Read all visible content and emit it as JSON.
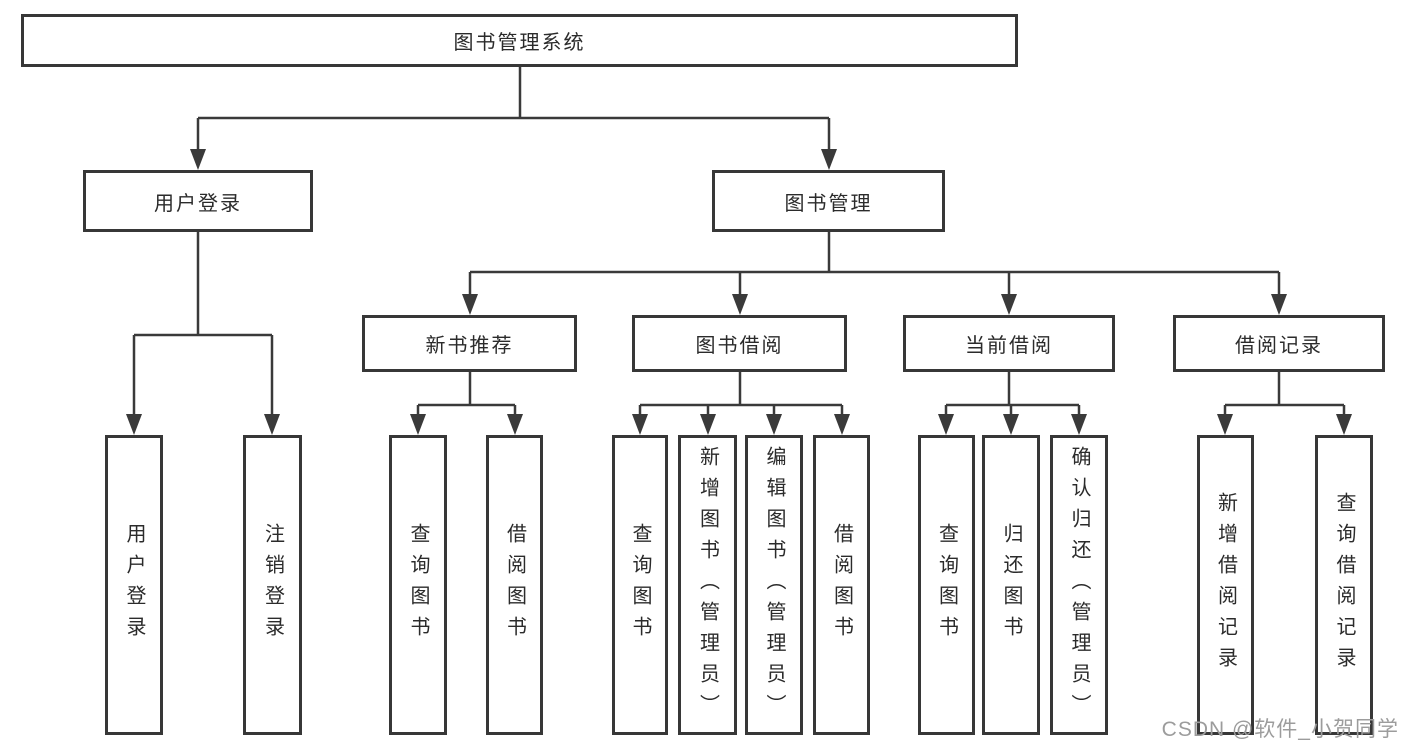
{
  "diagram": {
    "tree": {
      "label": "图书管理系统",
      "children": [
        {
          "label": "用户登录",
          "children": [
            {
              "label": "用户登录"
            },
            {
              "label": "注销登录"
            }
          ]
        },
        {
          "label": "图书管理",
          "children": [
            {
              "label": "新书推荐",
              "children": [
                {
                  "label": "查询图书"
                },
                {
                  "label": "借阅图书"
                }
              ]
            },
            {
              "label": "图书借阅",
              "children": [
                {
                  "label": "查询图书"
                },
                {
                  "label": "新增图书（管理员）"
                },
                {
                  "label": "编辑图书（管理员）"
                },
                {
                  "label": "借阅图书"
                }
              ]
            },
            {
              "label": "当前借阅",
              "children": [
                {
                  "label": "查询图书"
                },
                {
                  "label": "归还图书"
                },
                {
                  "label": "确认归还（管理员）"
                }
              ]
            },
            {
              "label": "借阅记录",
              "children": [
                {
                  "label": "新增借阅记录"
                },
                {
                  "label": "查询借阅记录"
                }
              ]
            }
          ]
        }
      ]
    }
  },
  "watermark": {
    "text": "CSDN @软件_小贺同学"
  },
  "colors": {
    "line": "#3a3a3a",
    "box_border": "#373737",
    "box_background": "#ffffff",
    "text": "#2b2b2b",
    "watermark": "#9c9c9c",
    "page_background": "#ffffff"
  }
}
